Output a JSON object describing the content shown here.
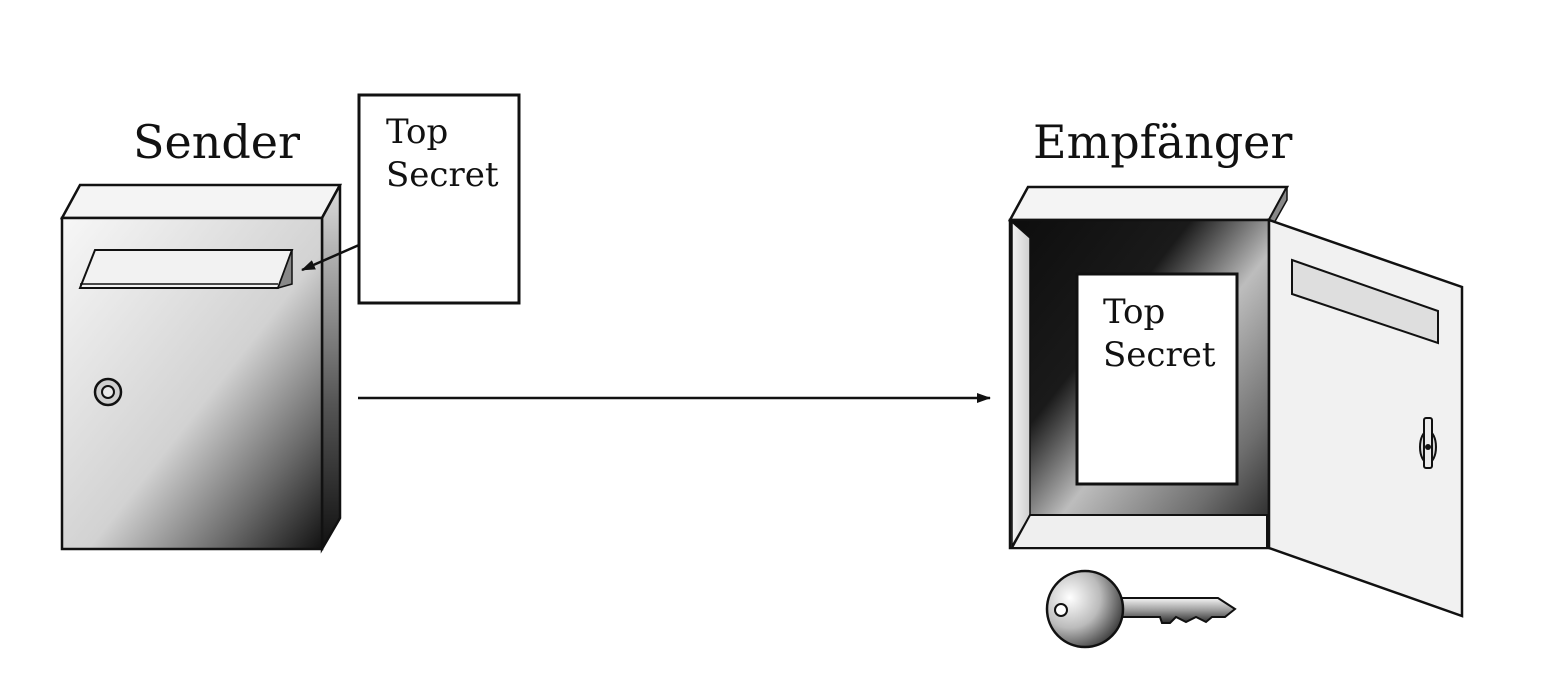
{
  "diagram": {
    "sender": {
      "label": "Sender",
      "document": {
        "line1": "Top",
        "line2": "Secret"
      }
    },
    "receiver": {
      "label": "Empfänger",
      "document": {
        "line1": "Top",
        "line2": "Secret"
      }
    },
    "colors": {
      "stroke": "#111111",
      "background": "#ffffff",
      "panel": "#f2f2f2",
      "shadow": "#1a1a1a"
    },
    "icons": [
      "mailbox-closed",
      "mailbox-open",
      "document",
      "key",
      "arrow"
    ]
  }
}
